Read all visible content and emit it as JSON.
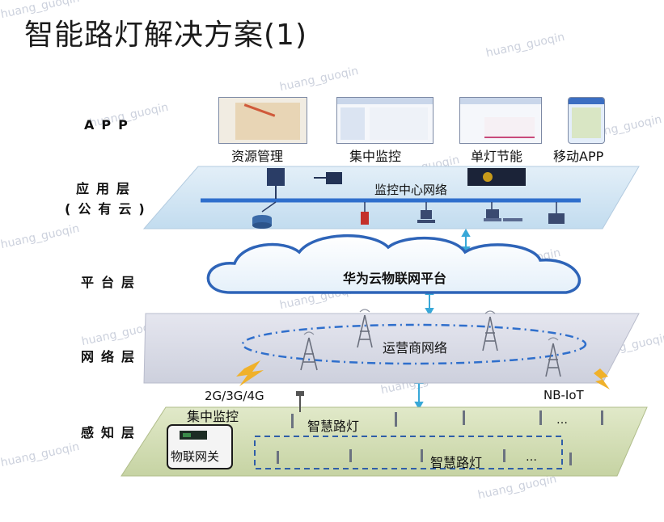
{
  "title": "智能路灯解决方案(1)",
  "layers": {
    "app": "APP",
    "application_line1": "应用层",
    "application_line2": "(公有云)",
    "platform": "平台层",
    "network": "网络层",
    "perception": "感知层"
  },
  "apps": [
    {
      "label": "资源管理"
    },
    {
      "label": "集中监控"
    },
    {
      "label": "单灯节能"
    },
    {
      "label": "移动APP"
    }
  ],
  "application_layer": {
    "network_label": "监控中心网络"
  },
  "platform_layer": {
    "cloud_label": "华为云物联网平台"
  },
  "network_layer": {
    "ring_label": "运营商网络"
  },
  "perception_layer": {
    "link_2g": "2G/3G/4G",
    "link_nb": "NB-IoT",
    "central_monitor": "集中监控",
    "gateway": "物联网关",
    "smart_light_1": "智慧路灯",
    "smart_light_2": "智慧路灯",
    "ellipsis_1": "…",
    "ellipsis_2": "…"
  },
  "watermark": "huang_guoqin"
}
